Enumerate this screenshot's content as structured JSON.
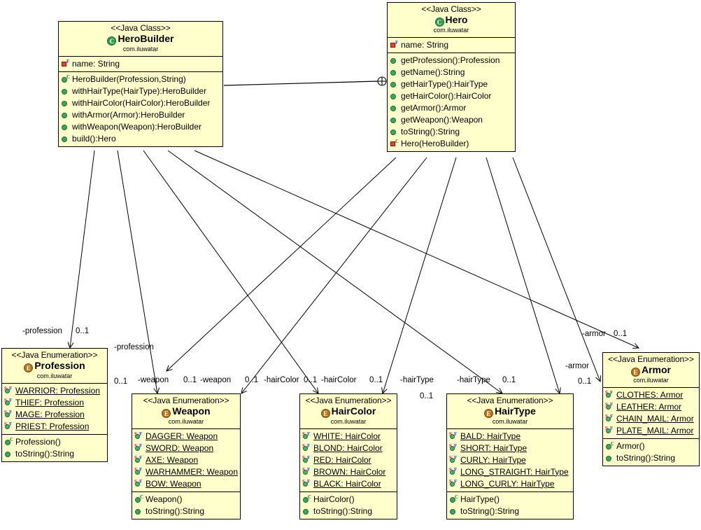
{
  "diagram": {
    "title": "Builder Pattern UML Class Diagram",
    "package": "com.iluwatar",
    "colors": {
      "box_fill": "#ffffcc",
      "box_border": "#000000",
      "class_icon": "#2e9e4f",
      "enum_icon": "#b5741a",
      "private_field_icon": "#e8402a",
      "public_method_icon": "#39a85b",
      "background": "#ffffff"
    },
    "stereotypes": {
      "java_class": "<<Java Class>>",
      "java_enumeration": "<<Java Enumeration>>"
    },
    "icon_glyphs": {
      "class": "C",
      "enum": "E",
      "final": "F",
      "constructor": "C",
      "static": "S"
    }
  },
  "nodes": {
    "hero_builder": {
      "stereotype": "<<Java Class>>",
      "name": "HeroBuilder",
      "package": "com.iluwatar",
      "kind": "class",
      "fields": [
        {
          "icon": "private-final-field",
          "text": "name: String",
          "static": false
        }
      ],
      "methods": [
        {
          "icon": "public-constructor",
          "text": "HeroBuilder(Profession,String)",
          "static": false
        },
        {
          "icon": "public-method",
          "text": "withHairType(HairType):HeroBuilder",
          "static": false
        },
        {
          "icon": "public-method",
          "text": "withHairColor(HairColor):HeroBuilder",
          "static": false
        },
        {
          "icon": "public-method",
          "text": "withArmor(Armor):HeroBuilder",
          "static": false
        },
        {
          "icon": "public-method",
          "text": "withWeapon(Weapon):HeroBuilder",
          "static": false
        },
        {
          "icon": "public-method",
          "text": "build():Hero",
          "static": false
        }
      ]
    },
    "hero": {
      "stereotype": "<<Java Class>>",
      "name": "Hero",
      "package": "com.iluwatar",
      "kind": "class",
      "fields": [
        {
          "icon": "private-final-field",
          "text": "name: String",
          "static": false
        }
      ],
      "methods": [
        {
          "icon": "public-method",
          "text": "getProfession():Profession",
          "static": false
        },
        {
          "icon": "public-method",
          "text": "getName():String",
          "static": false
        },
        {
          "icon": "public-method",
          "text": "getHairType():HairType",
          "static": false
        },
        {
          "icon": "public-method",
          "text": "getHairColor():HairColor",
          "static": false
        },
        {
          "icon": "public-method",
          "text": "getArmor():Armor",
          "static": false
        },
        {
          "icon": "public-method",
          "text": "getWeapon():Weapon",
          "static": false
        },
        {
          "icon": "public-method",
          "text": "toString():String",
          "static": false
        },
        {
          "icon": "private-constructor",
          "text": "Hero(HeroBuilder)",
          "static": false
        }
      ]
    },
    "profession": {
      "stereotype": "<<Java Enumeration>>",
      "name": "Profession",
      "package": "com.iluwatar",
      "kind": "enum",
      "constants": [
        {
          "icon": "static-final-field",
          "text": "WARRIOR: Profession",
          "static": true
        },
        {
          "icon": "static-final-field",
          "text": "THIEF: Profession",
          "static": true
        },
        {
          "icon": "static-final-field",
          "text": "MAGE: Profession",
          "static": true
        },
        {
          "icon": "static-final-field",
          "text": "PRIEST: Profession",
          "static": true
        }
      ],
      "methods": [
        {
          "icon": "public-constructor",
          "text": "Profession()",
          "static": false
        },
        {
          "icon": "public-method",
          "text": "toString():String",
          "static": false
        }
      ]
    },
    "weapon": {
      "stereotype": "<<Java Enumeration>>",
      "name": "Weapon",
      "package": "com.iluwatar",
      "kind": "enum",
      "constants": [
        {
          "icon": "static-final-field",
          "text": "DAGGER: Weapon",
          "static": true
        },
        {
          "icon": "static-final-field",
          "text": "SWORD: Weapon",
          "static": true
        },
        {
          "icon": "static-final-field",
          "text": "AXE: Weapon",
          "static": true
        },
        {
          "icon": "static-final-field",
          "text": "WARHAMMER: Weapon",
          "static": true
        },
        {
          "icon": "static-final-field",
          "text": "BOW: Weapon",
          "static": true
        }
      ],
      "methods": [
        {
          "icon": "public-constructor",
          "text": "Weapon()",
          "static": false
        },
        {
          "icon": "public-method",
          "text": "toString():String",
          "static": false
        }
      ]
    },
    "hair_color": {
      "stereotype": "<<Java Enumeration>>",
      "name": "HairColor",
      "package": "com.iluwatar",
      "kind": "enum",
      "constants": [
        {
          "icon": "static-final-field",
          "text": "WHITE: HairColor",
          "static": true
        },
        {
          "icon": "static-final-field",
          "text": "BLOND: HairColor",
          "static": true
        },
        {
          "icon": "static-final-field",
          "text": "RED: HairColor",
          "static": true
        },
        {
          "icon": "static-final-field",
          "text": "BROWN: HairColor",
          "static": true
        },
        {
          "icon": "static-final-field",
          "text": "BLACK: HairColor",
          "static": true
        }
      ],
      "methods": [
        {
          "icon": "public-constructor",
          "text": "HairColor()",
          "static": false
        },
        {
          "icon": "public-method",
          "text": "toString():String",
          "static": false
        }
      ]
    },
    "hair_type": {
      "stereotype": "<<Java Enumeration>>",
      "name": "HairType",
      "package": "com.iluwatar",
      "kind": "enum",
      "constants": [
        {
          "icon": "static-final-field",
          "text": "BALD: HairType",
          "static": true
        },
        {
          "icon": "static-final-field",
          "text": "SHORT: HairType",
          "static": true
        },
        {
          "icon": "static-final-field",
          "text": "CURLY: HairType",
          "static": true
        },
        {
          "icon": "static-final-field",
          "text": "LONG_STRAIGHT: HairType",
          "static": true
        },
        {
          "icon": "static-final-field",
          "text": "LONG_CURLY: HairType",
          "static": true
        }
      ],
      "methods": [
        {
          "icon": "public-constructor",
          "text": "HairType()",
          "static": false
        },
        {
          "icon": "public-method",
          "text": "toString():String",
          "static": false
        }
      ]
    },
    "armor": {
      "stereotype": "<<Java Enumeration>>",
      "name": "Armor",
      "package": "com.iluwatar",
      "kind": "enum",
      "constants": [
        {
          "icon": "static-final-field",
          "text": "CLOTHES: Armor",
          "static": true
        },
        {
          "icon": "static-final-field",
          "text": "LEATHER: Armor",
          "static": true
        },
        {
          "icon": "static-final-field",
          "text": "CHAIN_MAIL: Armor",
          "static": true
        },
        {
          "icon": "static-final-field",
          "text": "PLATE_MAIL: Armor",
          "static": true
        }
      ],
      "methods": [
        {
          "icon": "public-constructor",
          "text": "Armor()",
          "static": false
        },
        {
          "icon": "public-method",
          "text": "toString():String",
          "static": false
        }
      ]
    }
  },
  "edge_labels": {
    "profession_from_builder_role": "-profession",
    "profession_from_builder_mult": "0..1",
    "profession_from_hero_role": "-profession",
    "profession_from_hero_mult": "0..1",
    "weapon_from_builder_role": "-weapon",
    "weapon_from_builder_mult": "0..1",
    "weapon_from_hero_role": "-weapon",
    "weapon_from_hero_mult": "0..1",
    "haircolor_from_builder_role": "-hairColor",
    "haircolor_from_builder_mult": "0..1",
    "haircolor_from_hero_role": "-hairColor",
    "haircolor_from_hero_mult": "0..1",
    "hairtype_from_builder_role": "-hairType",
    "hairtype_from_builder_mult": "0..1",
    "hairtype_from_hero_role": "-hairType",
    "hairtype_from_hero_mult": "0..1",
    "armor_from_builder_role": "-armor",
    "armor_from_builder_mult": "0..1",
    "armor_from_hero_role": "-armor",
    "armor_from_hero_mult": "0..1"
  }
}
